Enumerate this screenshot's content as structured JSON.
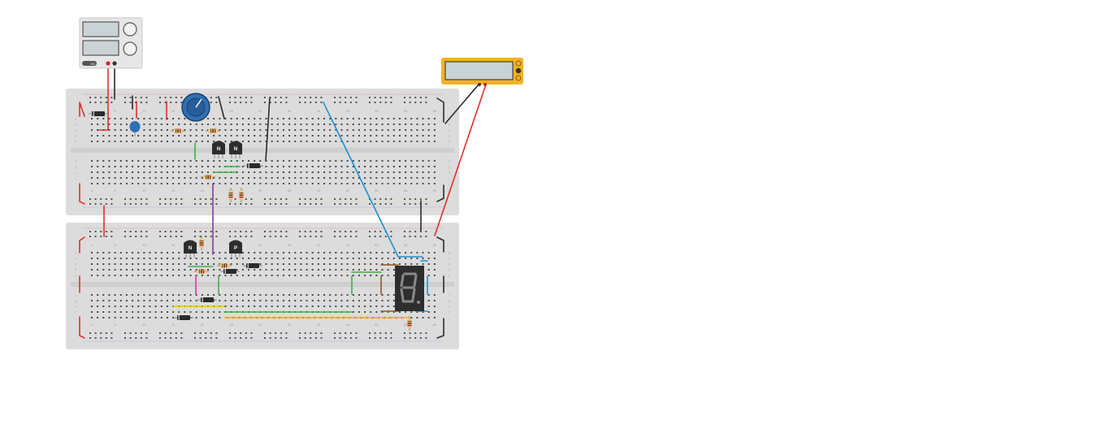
{
  "breadboards": [
    {
      "id": "board-top",
      "col_labels": [
        "1",
        "5",
        "10",
        "15",
        "20",
        "25",
        "30",
        "35",
        "40",
        "45",
        "50",
        "55",
        "60"
      ],
      "row_labels_top": [
        "a",
        "b",
        "c",
        "d",
        "e"
      ],
      "row_labels_bottom": [
        "f",
        "g",
        "h",
        "i",
        "j"
      ]
    },
    {
      "id": "board-bottom",
      "col_labels": [
        "1",
        "5",
        "10",
        "15",
        "20",
        "25",
        "30",
        "35",
        "40",
        "45",
        "50",
        "55",
        "60"
      ],
      "row_labels_top": [
        "a",
        "b",
        "c",
        "d",
        "e"
      ],
      "row_labels_bottom": [
        "f",
        "g",
        "h",
        "i",
        "j"
      ]
    }
  ],
  "power_supply": {
    "button_label": "ON"
  },
  "transistors": [
    {
      "label": "N",
      "type": "npn"
    },
    {
      "label": "N",
      "type": "npn"
    },
    {
      "label": "N",
      "type": "npn"
    },
    {
      "label": "P",
      "type": "pnp"
    }
  ],
  "seven_segment": {
    "digit": "8."
  },
  "colors": {
    "wire_red": "#e0302b",
    "wire_black": "#2b2b2b",
    "wire_blue": "#1e90d0",
    "wire_green": "#3cb043",
    "wire_purple": "#7b3fa8",
    "wire_yellow": "#e8c020",
    "wire_brown": "#8b5a2b",
    "wire_magenta": "#d63aa5",
    "multimeter_body": "#f1b323",
    "breadboard": "#dcdcdc",
    "potentiometer": "#2f6fb5"
  }
}
